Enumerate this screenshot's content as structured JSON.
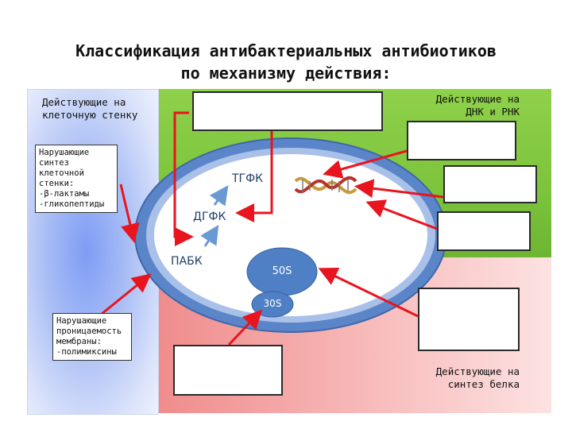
{
  "title": {
    "line1": "Классификация антибактериальных антибиотиков",
    "line2": "по механизму действия:"
  },
  "categories": {
    "cell_wall": {
      "line1": "Действующие на",
      "line2": "клеточную стенку"
    },
    "dna_rna": {
      "line1": "Действующие на",
      "line2": "ДНК и РНК"
    },
    "protein": {
      "line1": "Действующие на",
      "line2": "синтез белка"
    }
  },
  "boxes": {
    "cell_wall_synthesis": {
      "lines": [
        "Нарушающие",
        "синтез",
        "клеточной",
        "стенки:",
        "-β-лактамы",
        "-гликопептиды"
      ]
    },
    "membrane": {
      "lines": [
        "Нарушающие",
        "проницаемость",
        "мембраны:",
        "-полимиксины"
      ]
    }
  },
  "cell": {
    "metabolites": {
      "tgfk": "ТГФК",
      "dgfk": "ДГФК",
      "pabk": "ПАБК"
    },
    "ribosome": {
      "large": "50S",
      "small": "30S"
    }
  },
  "colors": {
    "arrow": "#e8141e",
    "small_arrow": "#6a9ad4",
    "cell_ring": "#5b85c9",
    "green_panel": "#7cc43c",
    "ribosome": "#4f7fc4"
  },
  "icons": {
    "dna": "dna-helix-icon"
  }
}
